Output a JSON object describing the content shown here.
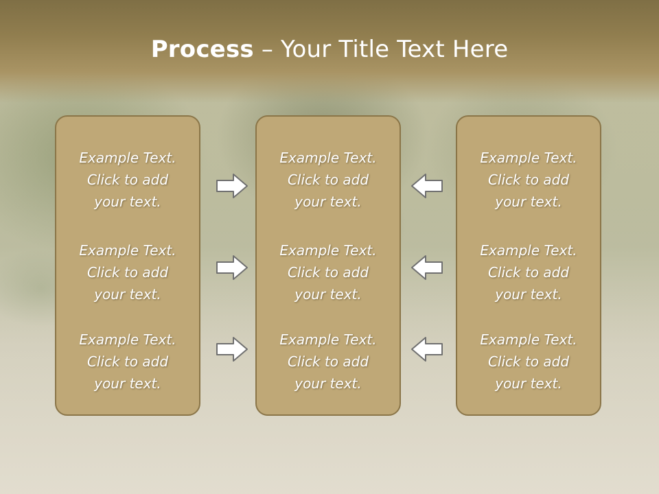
{
  "slide": {
    "title_bold": "Process",
    "title_rest": " – Your Title Text Here"
  },
  "columns": [
    {
      "items": [
        "Example Text.\nClick  to add\nyour text.",
        "Example Text.\nClick  to add\nyour text.",
        "Example Text.\nClick  to add\nyour text."
      ]
    },
    {
      "items": [
        "Example Text.\nClick  to add\nyour text.",
        "Example Text.\nClick  to add\nyour text.",
        "Example Text.\nClick  to add\nyour text."
      ]
    },
    {
      "items": [
        "Example Text.\nClick  to add\nyour text.",
        "Example Text.\nClick  to add\nyour text.",
        "Example Text.\nClick  to add\nyour text."
      ]
    }
  ],
  "arrows": {
    "left_group": "arrow-right-icon",
    "right_group": "arrow-left-icon"
  },
  "colors": {
    "title_band": "#917e4f",
    "panel_fill": "#bfa877",
    "panel_border": "#8a7548",
    "arrow_fill": "#ffffff",
    "arrow_stroke": "#6f6f6f"
  }
}
